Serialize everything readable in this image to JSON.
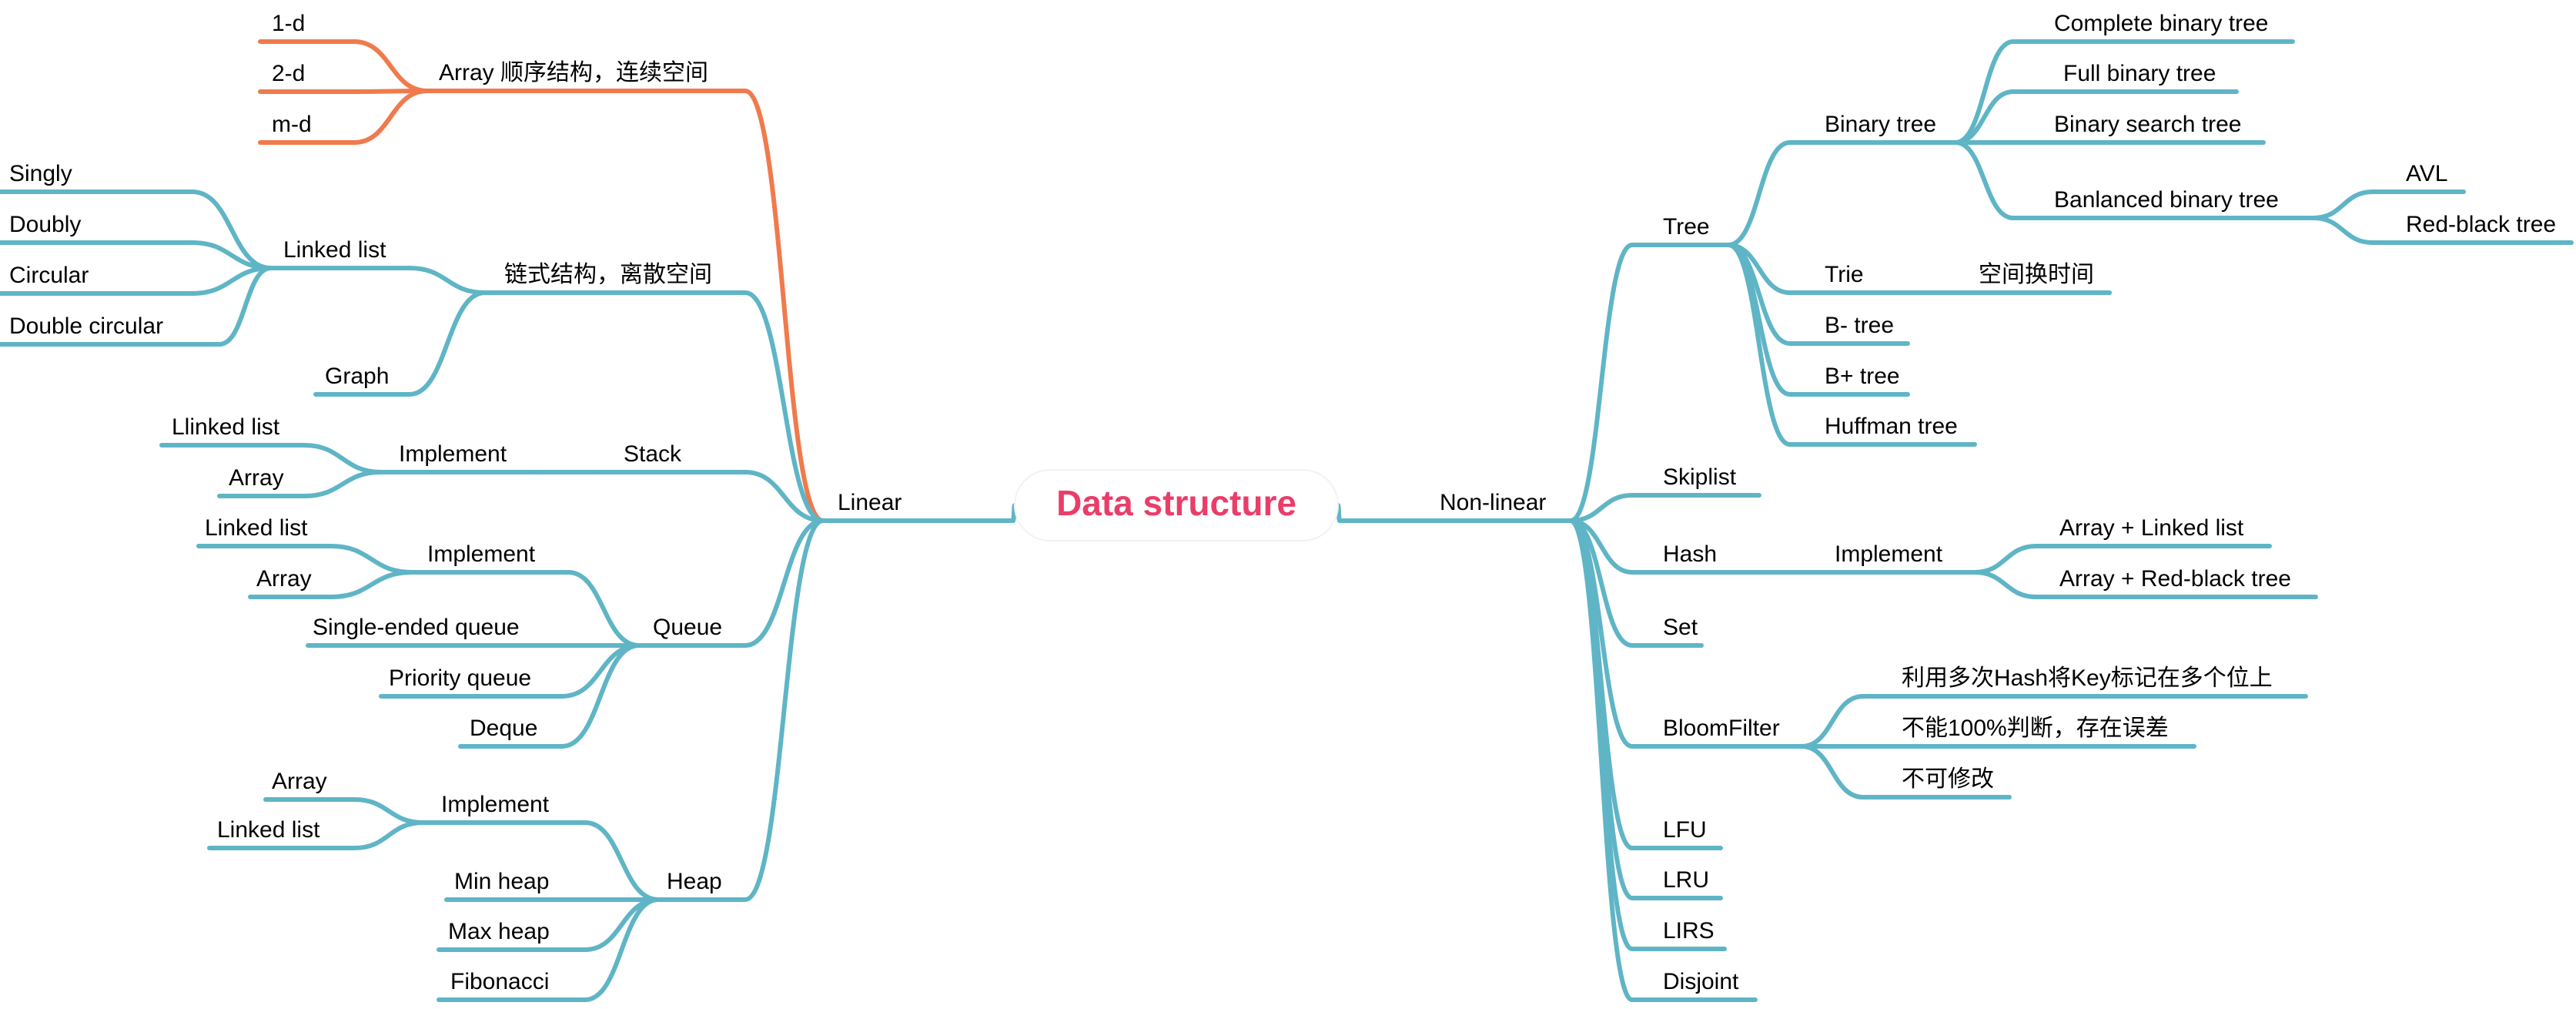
{
  "root": {
    "id": "root",
    "label": "Data structure",
    "color": "#ea3d6a"
  },
  "colors": {
    "line": "#5fb5c6",
    "highlight": "#f07a4c",
    "text": "#000000"
  },
  "left": {
    "id": "linear",
    "label": "Linear",
    "children": [
      {
        "id": "array",
        "label": "Array 顺序结构，连续空间",
        "highlight": true,
        "children": [
          {
            "id": "arr-1d",
            "label": "1-d"
          },
          {
            "id": "arr-2d",
            "label": "2-d"
          },
          {
            "id": "arr-md",
            "label": "m-d"
          }
        ]
      },
      {
        "id": "chain",
        "label": "链式结构，离散空间",
        "children": [
          {
            "id": "linked-list",
            "label": "Linked list",
            "children": [
              {
                "id": "ll-singly",
                "label": "Singly"
              },
              {
                "id": "ll-doubly",
                "label": "Doubly"
              },
              {
                "id": "ll-circular",
                "label": "Circular"
              },
              {
                "id": "ll-double-circular",
                "label": "Double circular"
              }
            ]
          },
          {
            "id": "graph",
            "label": "Graph"
          }
        ]
      },
      {
        "id": "stack",
        "label": "Stack",
        "children": [
          {
            "id": "stack-impl",
            "label": "Implement",
            "children": [
              {
                "id": "stack-llist",
                "label": "Llinked list"
              },
              {
                "id": "stack-array",
                "label": "Array"
              }
            ]
          }
        ]
      },
      {
        "id": "queue",
        "label": "Queue",
        "children": [
          {
            "id": "queue-impl",
            "label": "Implement",
            "children": [
              {
                "id": "queue-llist",
                "label": "Linked list"
              },
              {
                "id": "queue-array",
                "label": "Array"
              }
            ]
          },
          {
            "id": "queue-single",
            "label": "Single-ended queue"
          },
          {
            "id": "queue-priority",
            "label": "Priority queue"
          },
          {
            "id": "queue-deque",
            "label": "Deque"
          }
        ]
      },
      {
        "id": "heap",
        "label": "Heap",
        "children": [
          {
            "id": "heap-impl",
            "label": "Implement",
            "children": [
              {
                "id": "heap-array",
                "label": "Array"
              },
              {
                "id": "heap-llist",
                "label": "Linked list"
              }
            ]
          },
          {
            "id": "heap-min",
            "label": "Min heap"
          },
          {
            "id": "heap-max",
            "label": "Max heap"
          },
          {
            "id": "heap-fib",
            "label": "Fibonacci"
          }
        ]
      }
    ]
  },
  "right": {
    "id": "nonlinear",
    "label": "Non-linear",
    "children": [
      {
        "id": "tree",
        "label": "Tree",
        "children": [
          {
            "id": "binary-tree",
            "label": "Binary tree",
            "children": [
              {
                "id": "bt-complete",
                "label": "Complete binary tree"
              },
              {
                "id": "bt-full",
                "label": "Full binary tree"
              },
              {
                "id": "bt-search",
                "label": "Binary search tree"
              },
              {
                "id": "bt-balanced",
                "label": "Banlanced binary tree",
                "children": [
                  {
                    "id": "bt-avl",
                    "label": "AVL"
                  },
                  {
                    "id": "bt-rb",
                    "label": "Red-black tree"
                  }
                ]
              }
            ]
          },
          {
            "id": "trie",
            "label": "Trie",
            "children": [
              {
                "id": "trie-note",
                "label": "空间换时间"
              }
            ]
          },
          {
            "id": "b-tree",
            "label": "B- tree"
          },
          {
            "id": "bplus-tree",
            "label": "B+ tree"
          },
          {
            "id": "huffman",
            "label": "Huffman tree"
          }
        ]
      },
      {
        "id": "skiplist",
        "label": "Skiplist"
      },
      {
        "id": "hash",
        "label": "Hash",
        "children": [
          {
            "id": "hash-impl",
            "label": "Implement",
            "children": [
              {
                "id": "hash-ll",
                "label": "Array + Linked list"
              },
              {
                "id": "hash-rb",
                "label": "Array + Red-black tree"
              }
            ]
          }
        ]
      },
      {
        "id": "set",
        "label": "Set"
      },
      {
        "id": "bloom",
        "label": "BloomFilter",
        "children": [
          {
            "id": "bloom-1",
            "label": "利用多次Hash将Key标记在多个位上"
          },
          {
            "id": "bloom-2",
            "label": "不能100%判断，存在误差"
          },
          {
            "id": "bloom-3",
            "label": "不可修改"
          }
        ]
      },
      {
        "id": "lfu",
        "label": "LFU"
      },
      {
        "id": "lru",
        "label": "LRU"
      },
      {
        "id": "lirs",
        "label": "LIRS"
      },
      {
        "id": "disjoint",
        "label": "Disjoint"
      }
    ]
  }
}
